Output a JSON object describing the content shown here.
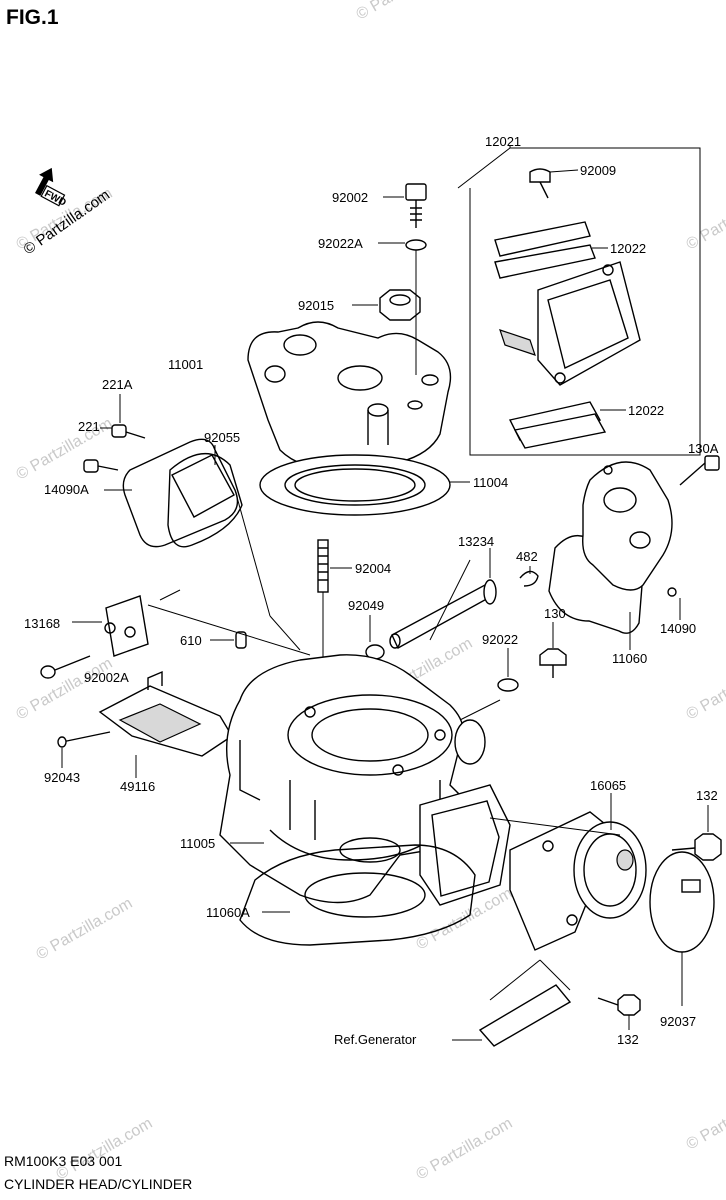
{
  "header": {
    "figure_label": "FIG.1"
  },
  "watermark": {
    "text": "© Partzilla.com",
    "color": "#c9c9c9"
  },
  "orientation": {
    "text": "FWD",
    "icon": "fwd-arrow-icon"
  },
  "parts": {
    "p12021": "12021",
    "p92009": "92009",
    "p12022_upper": "12022",
    "p12022_lower": "12022",
    "p92002": "92002",
    "p92022A": "92022A",
    "p92015": "92015",
    "p11001": "11001",
    "p221A": "221A",
    "p221": "221",
    "p92055": "92055",
    "p14090A": "14090A",
    "p11004": "11004",
    "p130A": "130A",
    "p13234": "13234",
    "p482": "482",
    "p14090": "14090",
    "p92004": "92004",
    "p13168": "13168",
    "p92049": "92049",
    "p130": "130",
    "p11060": "11060",
    "p610": "610",
    "p92022": "92022",
    "p92002A": "92002A",
    "p92043": "92043",
    "p49116": "49116",
    "p16065": "16065",
    "p132_upper": "132",
    "p11005": "11005",
    "p11060A": "11060A",
    "ref_generator": "Ref.Generator",
    "p132_lower": "132",
    "p92037": "92037"
  },
  "footer": {
    "model_code": "RM100K3 E03  001",
    "section_name": "CYLINDER HEAD/CYLINDER"
  }
}
